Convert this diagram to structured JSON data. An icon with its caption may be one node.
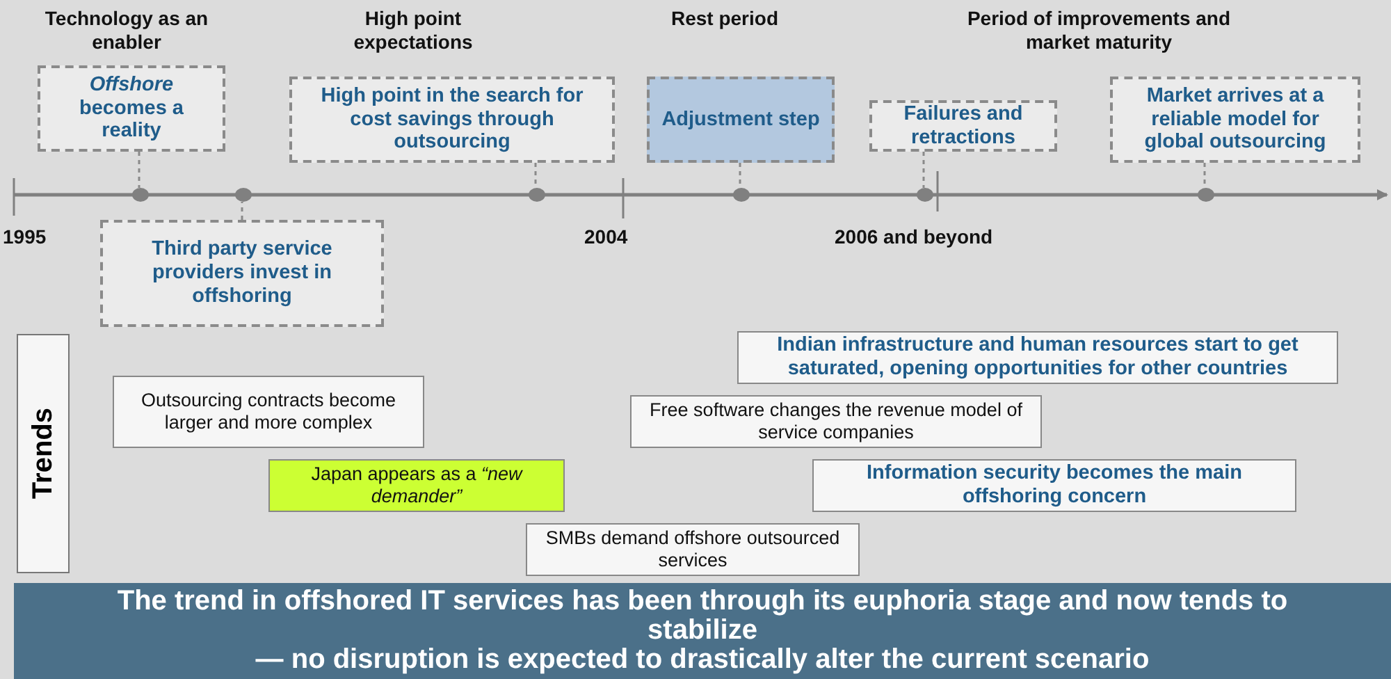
{
  "diagram": {
    "nodes": [
      {
        "text": [
          "*Offshore* becomes a reality"
        ]
      },
      {
        "text": [],
        "shape": "circle"
      },
      {
        "text": [
          "Third party service providers invest in offshoring"
        ]
      },
      {
        "text": [],
        "shape": "circle"
      },
      {
        "text": [
          "High point in the search for cost savings through outsourcing"
        ]
      },
      {
        "text": [],
        "shape": "circle"
      },
      {
        "text": [
          "Adjustment step"
        ]
      },
      {
        "text": [],
        "shape": "circle"
      },
      {
        "text": [
          "Failures and retractions"
        ]
      },
      {
        "text": [],
        "shape": "circle"
      },
      {
        "text": [
          "Market arrives at a reliable model for global outsourcing"
        ]
      },
      {
        "text": [],
        "shape": "circle"
      },
      {
        "text": [
          "Trends"
        ]
      },
      {
        "text": [
          "Indian infrastructure and human resources start to get saturated, opening opportunities for other countries"
        ]
      },
      {
        "text": [
          "Outsourcing contracts become larger and more complex"
        ]
      },
      {
        "text": [
          "Free software changes the revenue model of service companies"
        ]
      },
      {
        "text": [
          "Japan appears as a *“new demander”*"
        ]
      },
      {
        "text": [
          "Information security becomes the main offshoring concern"
        ]
      },
      {
        "text": [
          "SMBs demand offshore outsourced services"
        ]
      },
      {
        "text": [
          "The trend in offshored IT services has been through its euphoria stage and now tends to stabilize",
          "— no disruption is expected to drastically alter the current scenario"
        ]
      }
    ],
    "edges": [
      {
        "from": 0,
        "to": 1,
        "arrow": "none",
        "style": "dashed"
      },
      {
        "from": 2,
        "to": 3,
        "arrow": "none",
        "style": "dashed"
      },
      {
        "from": 4,
        "to": 5,
        "arrow": "none",
        "style": "dashed"
      },
      {
        "from": 6,
        "to": 7,
        "arrow": "none",
        "style": "dashed"
      },
      {
        "from": 8,
        "to": 9,
        "arrow": "none",
        "style": "dashed"
      },
      {
        "from": 10,
        "to": 11,
        "arrow": "none",
        "style": "dashed"
      }
    ],
    "labels": [
      "Technology as an enabler",
      "High point expectations",
      "Rest period",
      "Period of improvements and market maturity",
      "1995",
      "2004",
      "2006 and beyond"
    ]
  }
}
